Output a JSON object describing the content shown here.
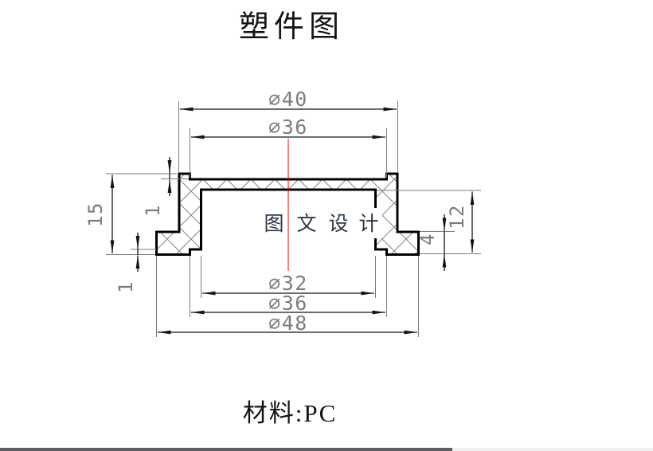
{
  "title": "塑件图",
  "material": {
    "label": "材料:PC"
  },
  "watermark": {
    "text": "图 文 设 计",
    "chars": {
      "c1": "图",
      "c2": "文",
      "c3": "设",
      "c4": "计"
    }
  },
  "dims": {
    "top_od": "∅40",
    "top_recess_d": "∅36",
    "bore_d": "∅32",
    "bottom_recess_d": "∅36",
    "flange_od": "∅48",
    "total_height": "15",
    "top_lip_depth": "1",
    "bottom_lip_depth": "1",
    "flange_height": "4",
    "inner_depth": "12"
  },
  "colors": {
    "outline": "#000000",
    "extension_line": "#7b7b7b",
    "dimension_line": "#141414",
    "dimension_text": "#7c7c7c",
    "centerline": "#f40000",
    "watermark_text": "#2e3948",
    "scrollbar_thumb": "#5e5e64",
    "scrollbar_track": "#f0f0f0"
  }
}
